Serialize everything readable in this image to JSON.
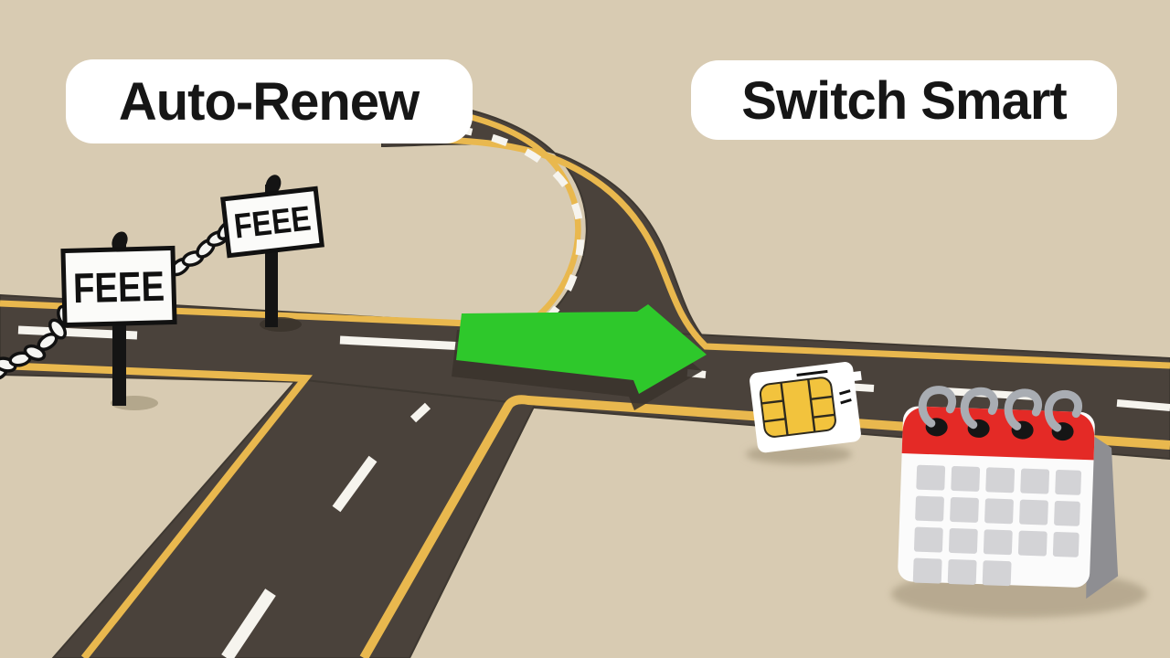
{
  "scene": {
    "left_option_label": "Auto-Renew",
    "right_option_label": "Switch Smart",
    "fee_sign_1_text": "FEEE",
    "fee_sign_2_text": "FEEE"
  },
  "colors": {
    "background": "#d8cbb2",
    "road_asphalt": "#4a423b",
    "road_edge_line_yellow": "#e9b84e",
    "lane_marking_white": "#f6f4ee",
    "arrow_green": "#2ec82b",
    "calendar_red": "#e42a26",
    "sim_chip_gold": "#f2c33d",
    "sign_face_white": "#fbfbf9",
    "label_text": "#161616"
  }
}
